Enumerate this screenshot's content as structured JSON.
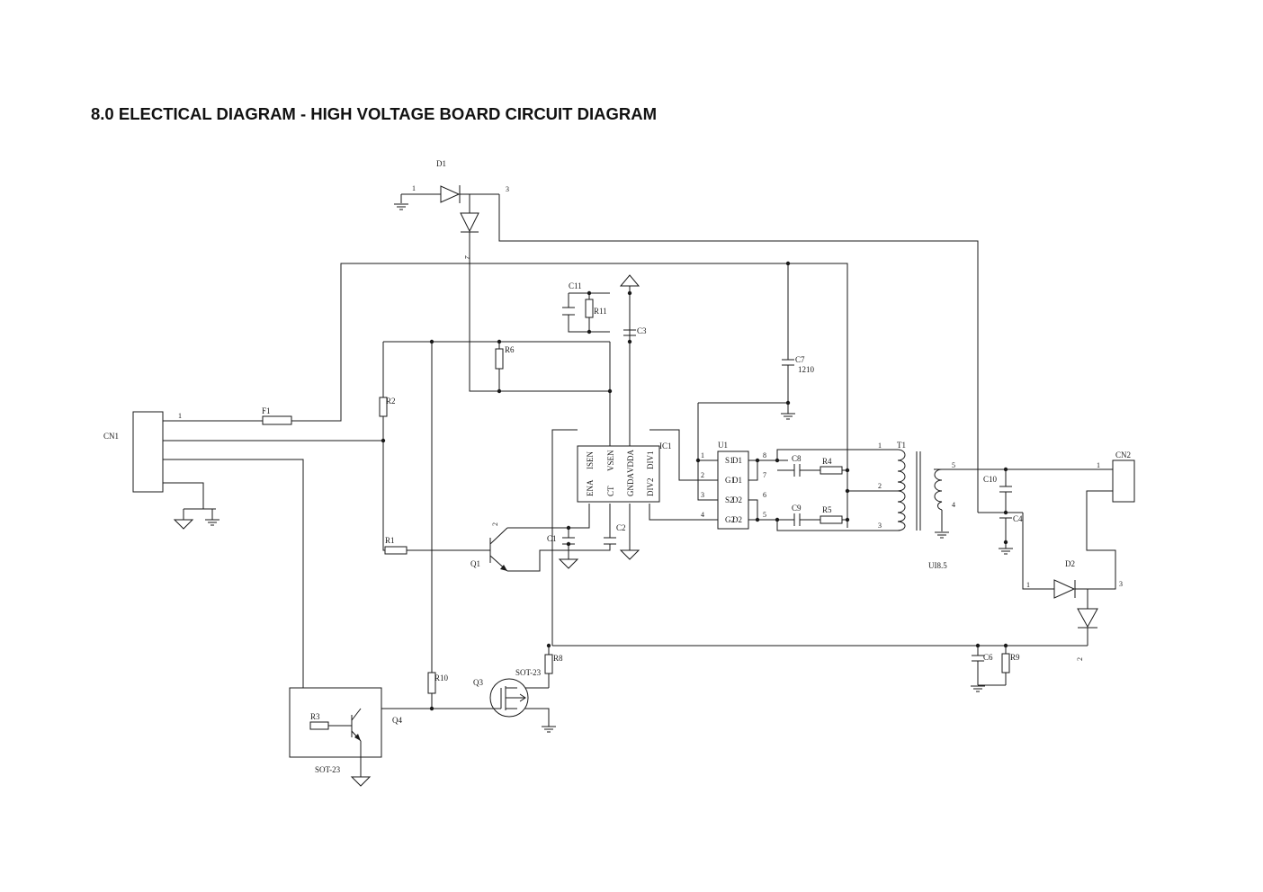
{
  "title": "8.0 ELECTICAL DIAGRAM - HIGH VOLTAGE BOARD CIRCUIT DIAGRAM",
  "components": {
    "d1": {
      "ref": "D1",
      "pin1": "1",
      "pin2": "2",
      "pin3": "3"
    },
    "d2": {
      "ref": "D2",
      "pin1": "1",
      "pin2": "2",
      "pin3": "3"
    },
    "cn1": {
      "ref": "CN1",
      "pin1": "1"
    },
    "cn2": {
      "ref": "CN2",
      "pin1": "1"
    },
    "f1": {
      "ref": "F1"
    },
    "r1": {
      "ref": "R1"
    },
    "r2": {
      "ref": "R2"
    },
    "r3": {
      "ref": "R3"
    },
    "r4": {
      "ref": "R4"
    },
    "r5": {
      "ref": "R5"
    },
    "r6": {
      "ref": "R6"
    },
    "r8": {
      "ref": "R8"
    },
    "r9": {
      "ref": "R9"
    },
    "r10": {
      "ref": "R10"
    },
    "r11": {
      "ref": "R11"
    },
    "c1": {
      "ref": "C1"
    },
    "c2": {
      "ref": "C2"
    },
    "c3": {
      "ref": "C3"
    },
    "c4": {
      "ref": "C4"
    },
    "c6": {
      "ref": "C6"
    },
    "c8": {
      "ref": "C8"
    },
    "c9": {
      "ref": "C9"
    },
    "c10": {
      "ref": "C10"
    },
    "c11": {
      "ref": "C11"
    },
    "c7": {
      "ref": "C7",
      "value": "1210"
    },
    "q1": {
      "ref": "Q1",
      "pin": "2"
    },
    "q3": {
      "ref": "Q3",
      "package": "SOT-23"
    },
    "q4": {
      "ref": "Q4",
      "package": "SOT-23"
    },
    "ic1": {
      "ref": "IC1",
      "pins": [
        "ENA",
        "ISEN",
        "CT",
        "VSEN",
        "GNDA",
        "VDDA",
        "DIV2",
        "DIV1"
      ]
    },
    "u1": {
      "ref": "U1",
      "pins": [
        "S1",
        "D1",
        "G1",
        "D1",
        "S2",
        "D2",
        "G2",
        "D2"
      ],
      "nums": [
        "1",
        "2",
        "3",
        "4",
        "5",
        "6",
        "7",
        "8"
      ]
    },
    "t1": {
      "ref": "T1",
      "value": "UI8.5",
      "pins": [
        "1",
        "2",
        "3",
        "4",
        "5"
      ]
    }
  },
  "colors": {
    "ink": "#1a1a1a",
    "background": "#ffffff"
  }
}
